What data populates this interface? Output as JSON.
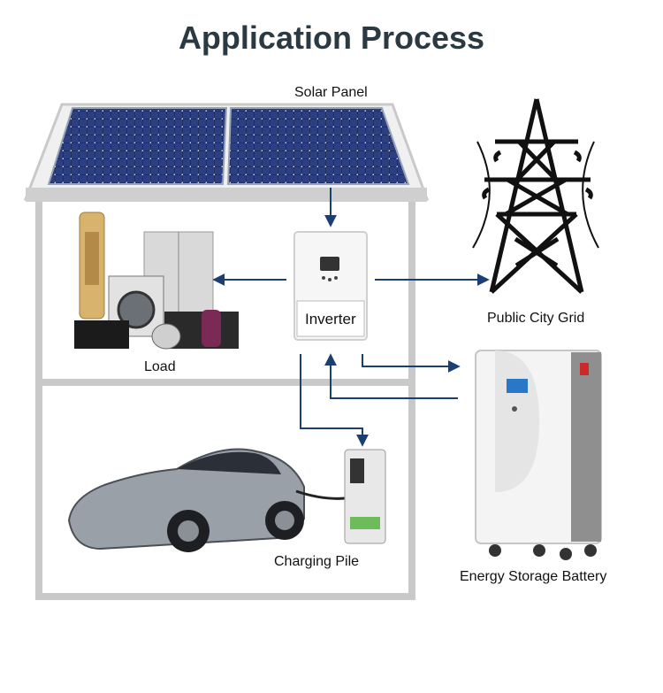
{
  "title": "Application Process",
  "labels": {
    "solar_panel": "Solar Panel",
    "public_city_grid": "Public City Grid",
    "inverter": "Inverter",
    "load": "Load",
    "charging_pile": "Charging Pile",
    "energy_storage_battery": "Energy Storage Battery"
  },
  "colors": {
    "arrow": "#1c3f73",
    "house_frame": "#c9c9c9",
    "panel_cell": "#1f2f66",
    "title": "#2b3a42"
  },
  "icons": [
    "solar-panel-icon",
    "power-tower-icon",
    "inverter-icon",
    "appliances-icon",
    "car-icon",
    "charger-icon",
    "battery-icon"
  ]
}
